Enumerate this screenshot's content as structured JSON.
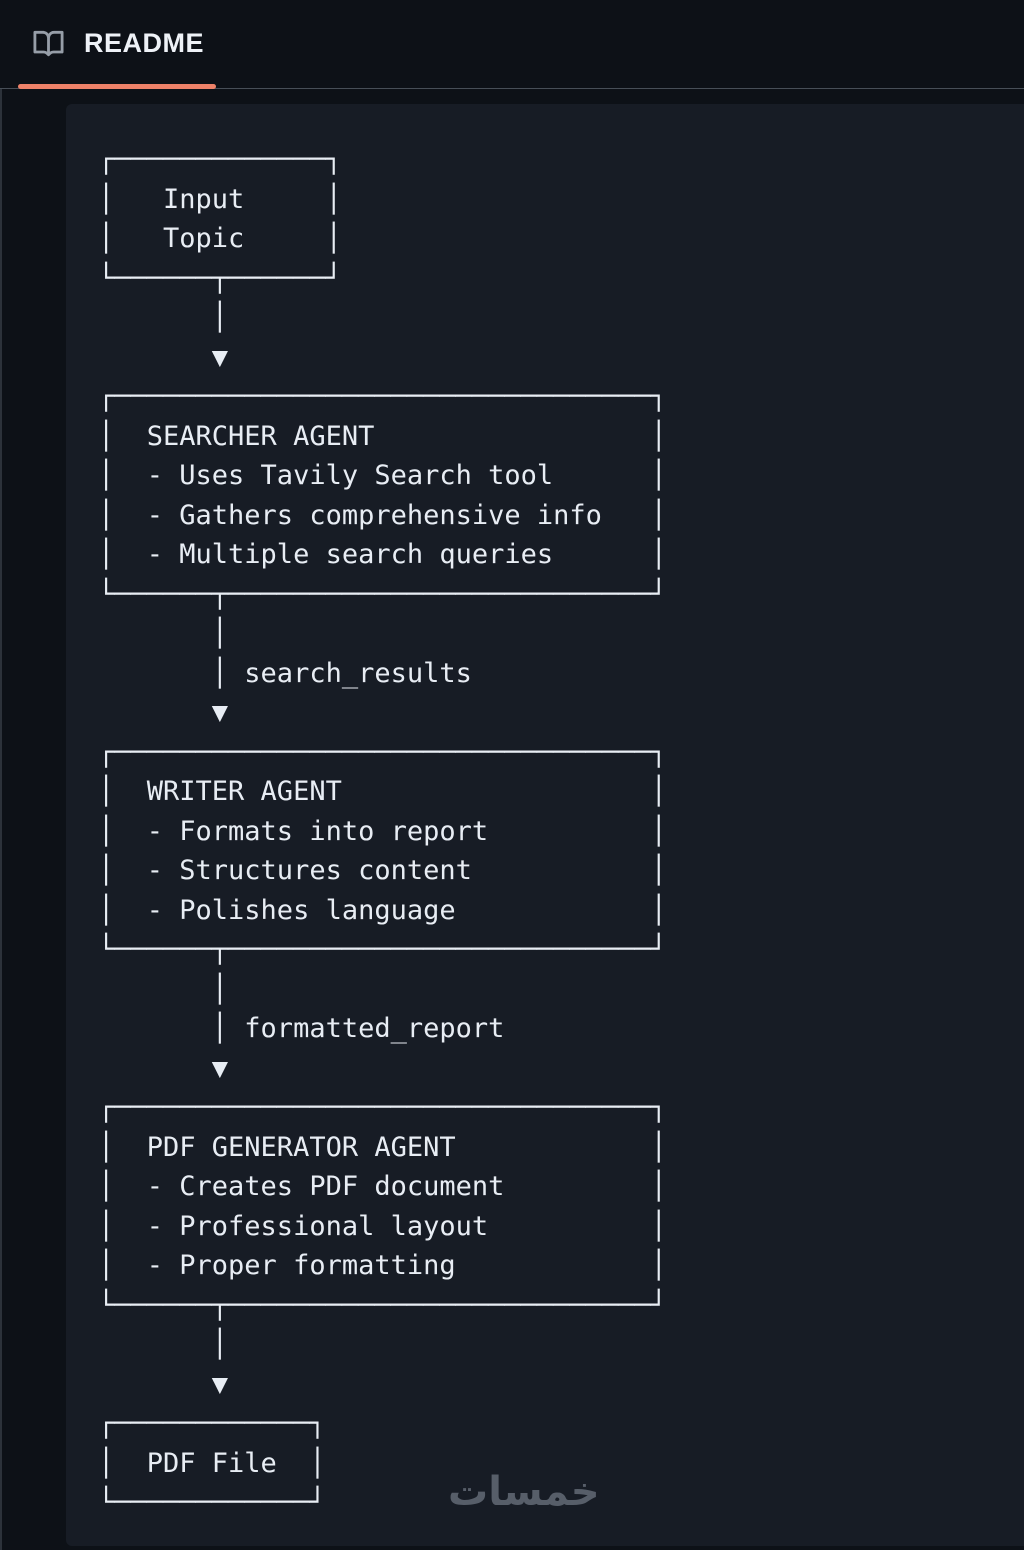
{
  "header": {
    "tab_label": "README",
    "icon": "book-icon"
  },
  "colors": {
    "page-bg": "#0d1117",
    "panel-bg": "#171c25",
    "accent": "#ee8269",
    "header-border": "#474e57",
    "text": "#e8edf4",
    "title-text": "#eef2f7",
    "icon": "#969ea8",
    "watermark": "#575e69"
  },
  "diagram": {
    "ascii": "┌─────────────┐\n│   Input     │\n│   Topic     │\n└──────┬──────┘\n       │\n       ▼\n┌─────────────────────────────────┐\n│  SEARCHER AGENT                 │\n│  - Uses Tavily Search tool      │\n│  - Gathers comprehensive info   │\n│  - Multiple search queries      │\n└──────┬──────────────────────────┘\n       │\n       │ search_results\n       ▼\n┌─────────────────────────────────┐\n│  WRITER AGENT                   │\n│  - Formats into report          │\n│  - Structures content           │\n│  - Polishes language            │\n└──────┬──────────────────────────┘\n       │\n       │ formatted_report\n       ▼\n┌─────────────────────────────────┐\n│  PDF GENERATOR AGENT            │\n│  - Creates PDF document         │\n│  - Professional layout          │\n│  - Proper formatting            │\n└──────┬──────────────────────────┘\n       │\n       ▼\n┌────────────┐\n│  PDF File  │\n└────────────┘"
  },
  "flow": {
    "nodes": [
      {
        "id": "input",
        "label": "Input Topic"
      },
      {
        "id": "searcher",
        "title": "SEARCHER AGENT",
        "bullets": [
          "Uses Tavily Search tool",
          "Gathers comprehensive info",
          "Multiple search queries"
        ]
      },
      {
        "id": "writer",
        "title": "WRITER AGENT",
        "bullets": [
          "Formats into report",
          "Structures content",
          "Polishes language"
        ]
      },
      {
        "id": "pdf_generator",
        "title": "PDF GENERATOR AGENT",
        "bullets": [
          "Creates PDF document",
          "Professional layout",
          "Proper formatting"
        ]
      },
      {
        "id": "output",
        "label": "PDF File"
      }
    ],
    "edges": [
      {
        "from": "input",
        "to": "searcher",
        "label": ""
      },
      {
        "from": "searcher",
        "to": "writer",
        "label": "search_results"
      },
      {
        "from": "writer",
        "to": "pdf_generator",
        "label": "formatted_report"
      },
      {
        "from": "pdf_generator",
        "to": "output",
        "label": ""
      }
    ]
  },
  "watermark": {
    "text": "خمسات"
  }
}
